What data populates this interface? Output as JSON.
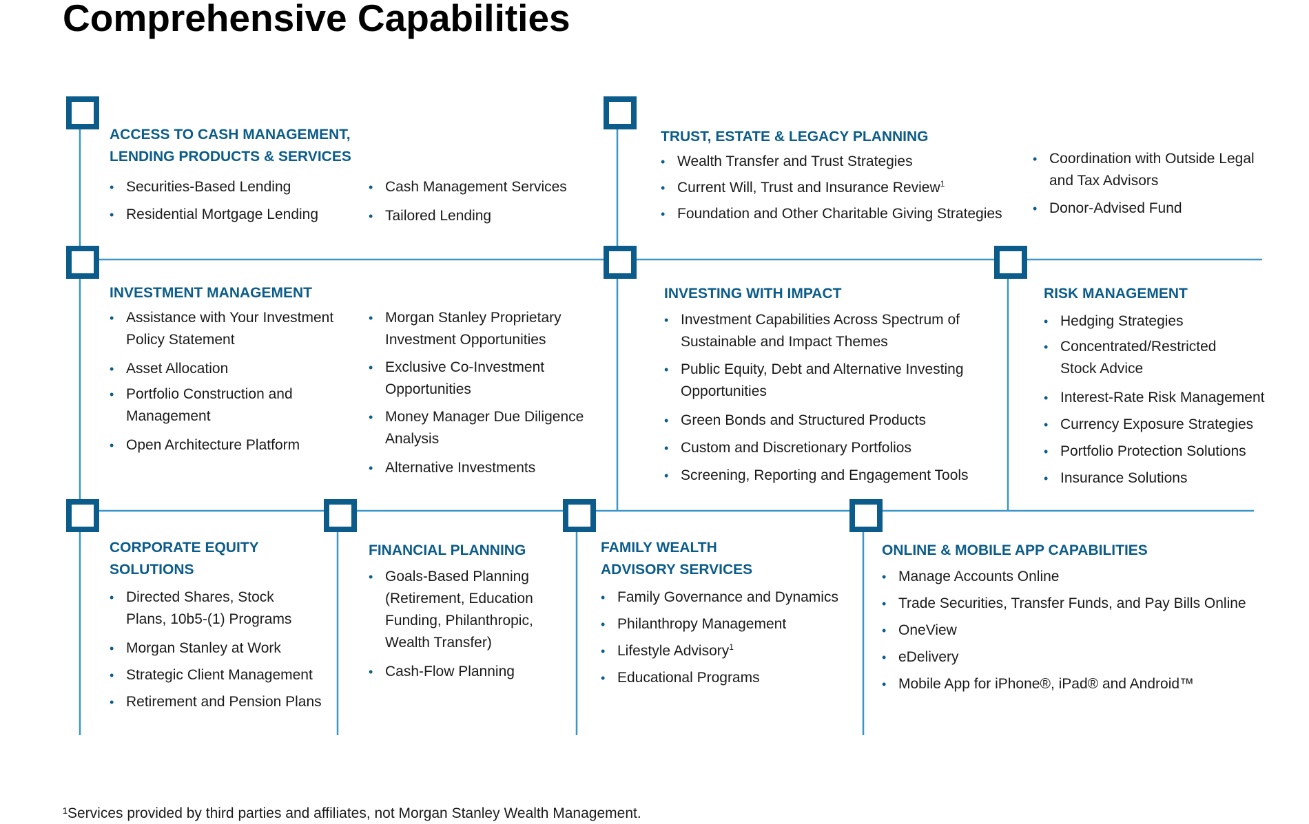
{
  "title": "Comprehensive Capabilities",
  "footnote": "¹Services provided by third parties and affiliates, not Morgan Stanley Wealth Management.",
  "accent_color": "#0b5c8a",
  "line_color": "#3a95c8",
  "sections": {
    "cash": {
      "heading_line1": "ACCESS TO CASH MANAGEMENT,",
      "heading_line2": "LENDING PRODUCTS & SERVICES",
      "col1": [
        "Securities-Based Lending",
        "Residential Mortgage Lending"
      ],
      "col2": [
        "Cash Management Services",
        "Tailored Lending"
      ]
    },
    "trust": {
      "heading": "TRUST, ESTATE & LEGACY PLANNING",
      "col1": [
        "Wealth Transfer and Trust Strategies",
        "Current Will, Trust and Insurance Review",
        "Foundation and Other Charitable Giving Strategies"
      ],
      "col1_note": "1",
      "col2": [
        "Coordination with Outside Legal and Tax Advisors",
        "Donor-Advised Fund"
      ]
    },
    "investment": {
      "heading": "INVESTMENT MANAGEMENT",
      "col1": [
        "Assistance with Your Investment Policy Statement",
        "Asset Allocation",
        "Portfolio Construction and Management",
        "Open Architecture Platform"
      ],
      "col2": [
        "Morgan Stanley Proprietary Investment Opportunities",
        "Exclusive Co-Investment Opportunities",
        "Money Manager Due Diligence Analysis",
        "Alternative Investments"
      ]
    },
    "impact": {
      "heading": "INVESTING WITH IMPACT",
      "items": [
        "Investment Capabilities Across Spectrum of Sustainable and Impact Themes",
        "Public Equity, Debt and Alternative Investing Opportunities",
        "Green Bonds and Structured Products",
        "Custom and Discretionary Portfolios",
        "Screening, Reporting and Engagement Tools"
      ]
    },
    "risk": {
      "heading": "RISK MANAGEMENT",
      "items": [
        "Hedging Strategies",
        "Concentrated/Restricted Stock Advice",
        "Interest-Rate Risk Management",
        "Currency Exposure Strategies",
        "Portfolio Protection Solutions",
        "Insurance Solutions"
      ]
    },
    "equity": {
      "heading_line1": "CORPORATE EQUITY",
      "heading_line2": "SOLUTIONS",
      "items": [
        "Directed Shares, Stock Plans, 10b5-(1) Programs",
        "Morgan Stanley at Work",
        "Strategic Client Management",
        "Retirement and Pension Plans"
      ]
    },
    "financial": {
      "heading": "FINANCIAL PLANNING",
      "items": [
        "Goals-Based Planning (Retirement, Education Funding, Philanthropic, Wealth Transfer)",
        "Cash-Flow Planning"
      ]
    },
    "family": {
      "heading_line1": "FAMILY WEALTH",
      "heading_line2": "ADVISORY SERVICES",
      "items": [
        "Family Governance and Dynamics",
        "Philanthropy Management",
        "Lifestyle Advisory",
        "Educational Programs"
      ],
      "note": "1"
    },
    "online": {
      "heading": "ONLINE & MOBILE APP CAPABILITIES",
      "items": [
        "Manage Accounts Online",
        "Trade Securities, Transfer Funds, and Pay Bills Online",
        "OneView",
        "eDelivery",
        "Mobile App for iPhone®, iPad® and Android™"
      ]
    }
  }
}
